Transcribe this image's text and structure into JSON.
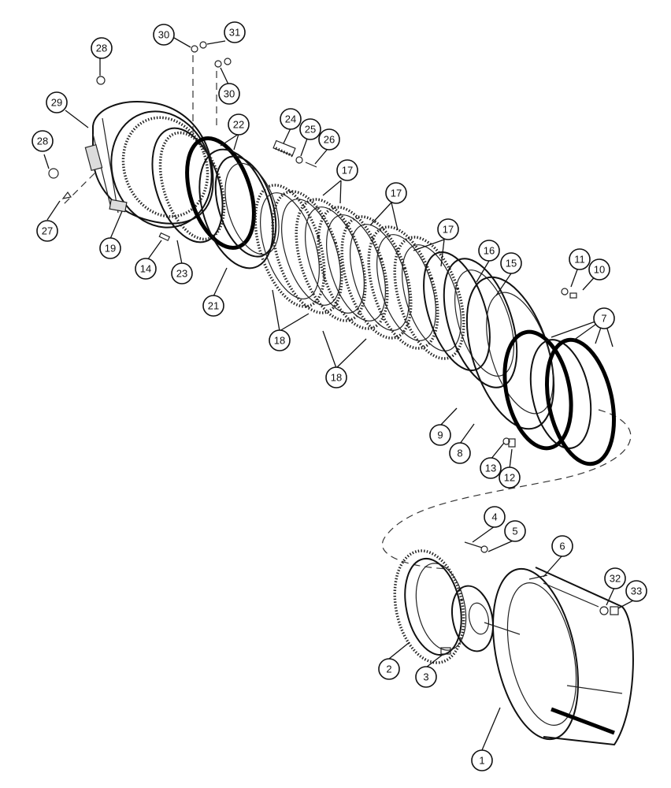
{
  "diagram": {
    "callouts": [
      {
        "id": "c1",
        "label": "1"
      },
      {
        "id": "c2",
        "label": "2"
      },
      {
        "id": "c3",
        "label": "3"
      },
      {
        "id": "c4",
        "label": "4"
      },
      {
        "id": "c5",
        "label": "5"
      },
      {
        "id": "c6",
        "label": "6"
      },
      {
        "id": "c7",
        "label": "7"
      },
      {
        "id": "c8",
        "label": "8"
      },
      {
        "id": "c9",
        "label": "9"
      },
      {
        "id": "c10",
        "label": "10"
      },
      {
        "id": "c11",
        "label": "11"
      },
      {
        "id": "c12",
        "label": "12"
      },
      {
        "id": "c13",
        "label": "13"
      },
      {
        "id": "c14",
        "label": "14"
      },
      {
        "id": "c15",
        "label": "15"
      },
      {
        "id": "c16",
        "label": "16"
      },
      {
        "id": "c17a",
        "label": "17"
      },
      {
        "id": "c17b",
        "label": "17"
      },
      {
        "id": "c17c",
        "label": "17"
      },
      {
        "id": "c18a",
        "label": "18"
      },
      {
        "id": "c18b",
        "label": "18"
      },
      {
        "id": "c19",
        "label": "19"
      },
      {
        "id": "c21",
        "label": "21"
      },
      {
        "id": "c22",
        "label": "22"
      },
      {
        "id": "c23",
        "label": "23"
      },
      {
        "id": "c24",
        "label": "24"
      },
      {
        "id": "c25",
        "label": "25"
      },
      {
        "id": "c26",
        "label": "26"
      },
      {
        "id": "c27",
        "label": "27"
      },
      {
        "id": "c28a",
        "label": "28"
      },
      {
        "id": "c28b",
        "label": "28"
      },
      {
        "id": "c29",
        "label": "29"
      },
      {
        "id": "c30a",
        "label": "30"
      },
      {
        "id": "c30b",
        "label": "30"
      },
      {
        "id": "c31",
        "label": "31"
      },
      {
        "id": "c32",
        "label": "32"
      },
      {
        "id": "c33",
        "label": "33"
      }
    ]
  }
}
